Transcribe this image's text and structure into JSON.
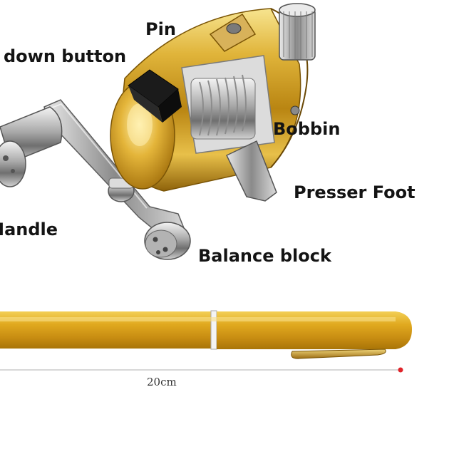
{
  "labels": {
    "pin": "Pin",
    "down_button": "down button",
    "bobbin": "Bobbin",
    "presser_foot": "Presser Foot",
    "handle": "Handle",
    "balance_block": "Balance block"
  },
  "measurement": {
    "length": "20cm"
  },
  "colors": {
    "gold": "#d9a21c",
    "silver": "#c8c8c8",
    "dimension_marker": "#e0242a"
  }
}
